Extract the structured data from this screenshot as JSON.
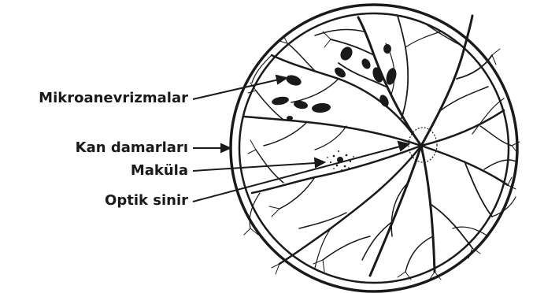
{
  "labels": {
    "microaneurysms": "Mikroanevrizmalar",
    "vessels": "Kan damarları",
    "macula": "Maküla",
    "optic_nerve": "Optik sinir"
  },
  "colors": {
    "ink": "#1a1a1a",
    "background": "#ffffff"
  }
}
